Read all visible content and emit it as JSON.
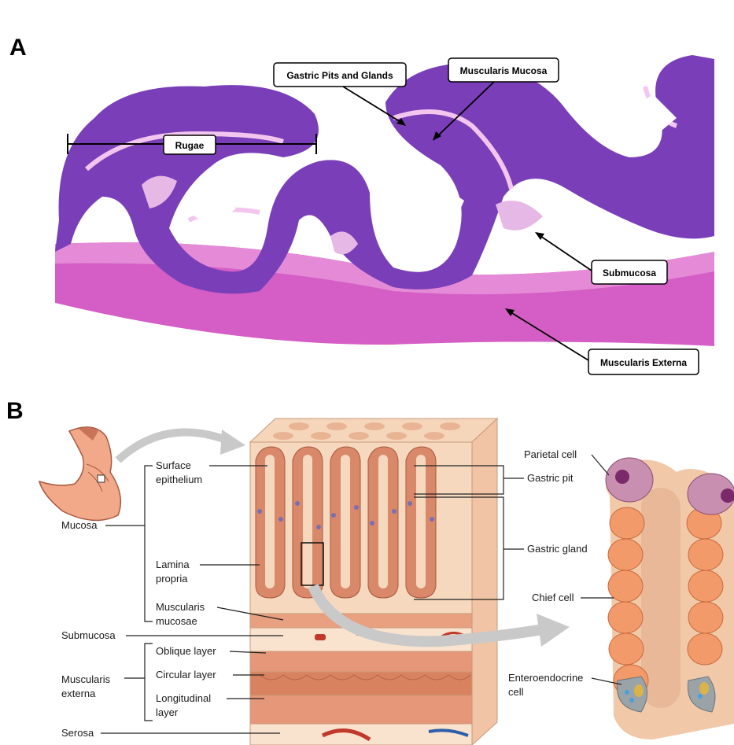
{
  "panel_a": {
    "letter": "A",
    "labels": {
      "rugae": "Rugae",
      "gastric_pits": "Gastric Pits and Glands",
      "muscularis_mucosa": "Muscularis Mucosa",
      "submucosa": "Submucosa",
      "muscularis_externa": "Muscularis Externa"
    },
    "colors": {
      "mucosa": "#7a3fb8",
      "stroma": "#e6b8e6",
      "muscle": "#d45ec6",
      "lumen": "#ffffff"
    }
  },
  "panel_b": {
    "letter": "B",
    "left_labels": {
      "mucosa": "Mucosa",
      "submucosa": "Submucosa",
      "muscularis_1": "Muscularis",
      "muscularis_2": "externa",
      "serosa": "Serosa"
    },
    "inner_labels": {
      "surface_1": "Surface",
      "surface_2": "epithelium",
      "lamina_1": "Lamina",
      "lamina_2": "propria",
      "musc_muc_1": "Muscularis",
      "musc_muc_2": "mucosae",
      "oblique": "Oblique layer",
      "circular": "Circular layer",
      "longitudinal_1": "Longitudinal",
      "longitudinal_2": "layer"
    },
    "right_labels": {
      "gastric_pit": "Gastric pit",
      "gastric_gland": "Gastric gland",
      "parietal": "Parietal cell",
      "chief": "Chief cell",
      "entero_1": "Enteroendocrine",
      "entero_2": "cell"
    },
    "colors": {
      "tissue": "#f2c9a8",
      "epithelium": "#e07a55",
      "muscle": "#e8a080",
      "parietal": "#c98fb0",
      "chief": "#f39a6a",
      "entero": "#9aa3a8"
    }
  }
}
